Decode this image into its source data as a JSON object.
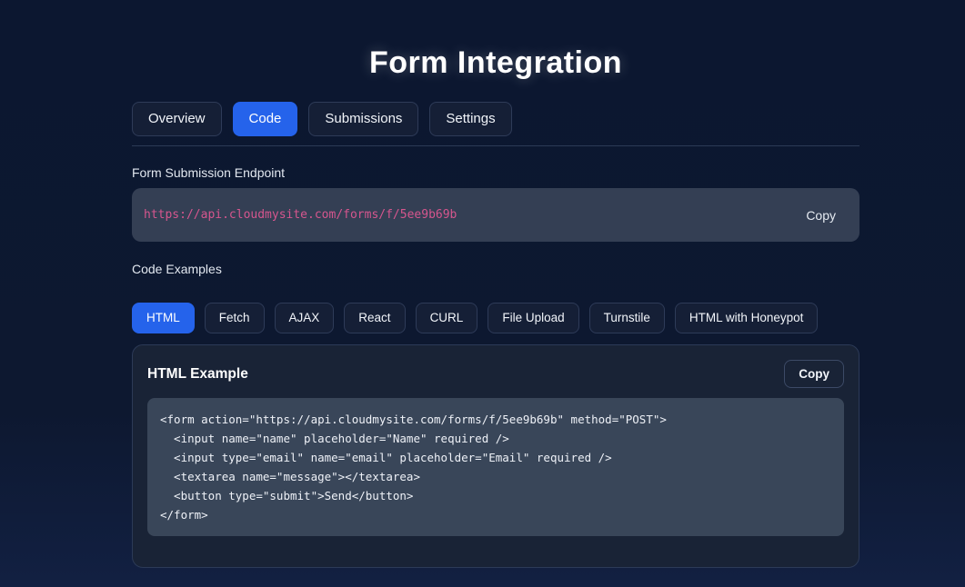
{
  "header": {
    "title": "Form Integration"
  },
  "nav_tabs": [
    {
      "label": "Overview"
    },
    {
      "label": "Code"
    },
    {
      "label": "Submissions"
    },
    {
      "label": "Settings"
    }
  ],
  "active_nav_tab": "Code",
  "endpoint": {
    "section_label": "Form Submission Endpoint",
    "url": "https://api.cloudmysite.com/forms/f/5ee9b69b",
    "copy_label": "Copy"
  },
  "code_examples": {
    "section_label": "Code Examples",
    "tabs": [
      {
        "label": "HTML"
      },
      {
        "label": "Fetch"
      },
      {
        "label": "AJAX"
      },
      {
        "label": "React"
      },
      {
        "label": "CURL"
      },
      {
        "label": "File Upload"
      },
      {
        "label": "Turnstile"
      },
      {
        "label": "HTML with Honeypot"
      }
    ],
    "active_tab": "HTML",
    "card": {
      "title": "HTML Example",
      "copy_label": "Copy",
      "lines": [
        "<form action=\"https://api.cloudmysite.com/forms/f/5ee9b69b\" method=\"POST\">",
        "  <input name=\"name\" placeholder=\"Name\" required />",
        "  <input type=\"email\" name=\"email\" placeholder=\"Email\" required />",
        "  <textarea name=\"message\"></textarea>",
        "  <button type=\"submit\">Send</button>",
        "</form>"
      ]
    }
  },
  "colors": {
    "accent": "#2563eb",
    "url_text": "#d6568e",
    "page_background": "#0d1830",
    "card_background": "#192336",
    "code_block_background": "#394659"
  }
}
